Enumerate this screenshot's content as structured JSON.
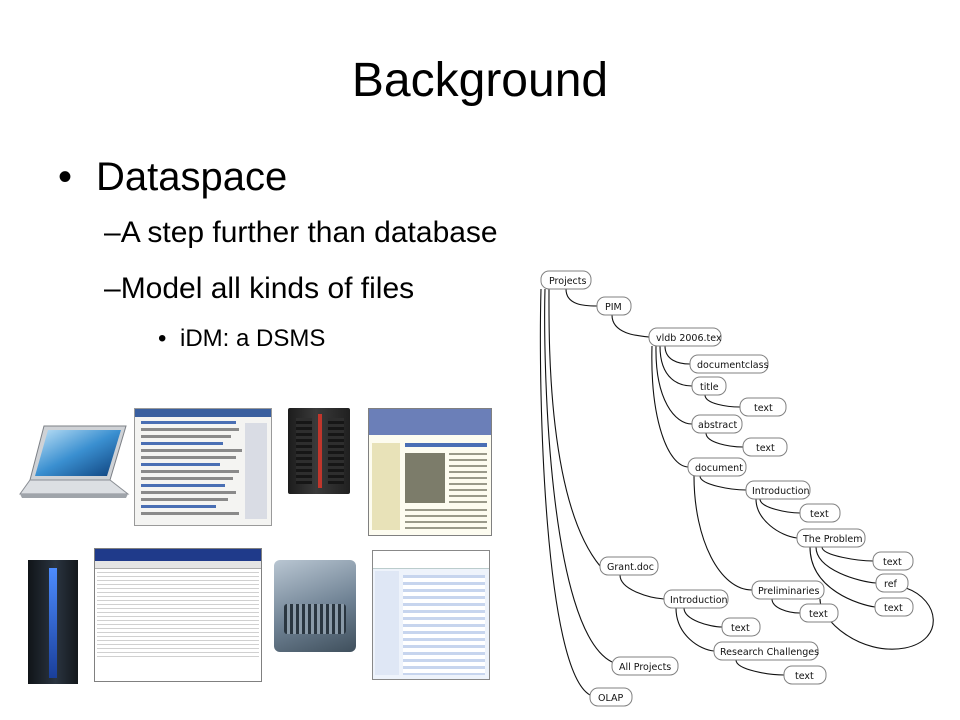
{
  "slide": {
    "title": "Background",
    "bullets": {
      "l1": "Dataspace",
      "l2a": "A step further than database",
      "l2b": "Model all kinds of files",
      "l3": "iDM: a DSMS",
      "dash": "–",
      "dot": "•"
    }
  },
  "tree": {
    "nodes": {
      "projects": "Projects",
      "pim": "PIM",
      "vldb": "vldb 2006.tex",
      "documentclass": "documentclass",
      "title": "title",
      "title_text": "text",
      "abstract": "abstract",
      "abstract_text": "text",
      "document": "document",
      "introduction": "Introduction",
      "intro_text": "text",
      "problem": "The Problem",
      "problem_text1": "text",
      "problem_ref": "ref",
      "problem_text2": "text",
      "preliminaries": "Preliminaries",
      "prelim_text": "text",
      "grant": "Grant.doc",
      "grant_intro": "Introduction",
      "grant_intro_text": "text",
      "research": "Research Challenges",
      "research_text": "text",
      "all_projects": "All Projects",
      "olap": "OLAP"
    }
  },
  "colors": {
    "node_border": "#808080",
    "edge": "#111111"
  }
}
